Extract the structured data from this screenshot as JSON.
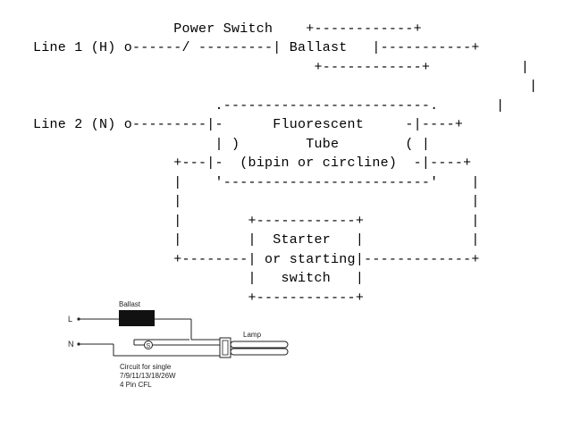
{
  "ascii_diagram": {
    "lines": [
      "                     Power Switch    +------------+",
      "    Line 1 (H) o------/ ---------| Ballast   |-----------+",
      "                                      +------------+           |",
      "                                                                |",
      "                          .-------------------------.       |",
      "    Line 2 (N) o---------|-      Fluorescent     -|----+",
      "                          | )        Tube        ( |",
      "                     +---|-  (bipin or circline)  -|----+",
      "                     |    '-------------------------'    |",
      "                     |                                   |",
      "                     |        +------------+             |",
      "                     |        |  Starter   |             |",
      "                     +--------| or starting|-------------+",
      "                              |   switch   |",
      "                              +------------+"
    ],
    "labels": {
      "power_switch": "Power Switch",
      "line1": "Line 1 (H)",
      "line2": "Line 2 (N)",
      "ballast": "Ballast",
      "tube_1": "Fluorescent",
      "tube_2": "Tube",
      "tube_3": "(bipin or circline)",
      "starter_1": "Starter",
      "starter_2": "or starting",
      "starter_3": "switch"
    }
  },
  "cfl_schematic": {
    "ballast_label": "Ballast",
    "lamp_label": "Lamp",
    "line_l": "L",
    "line_n": "N",
    "starter_symbol": "S",
    "caption_1": "Circuit for single",
    "caption_2": "7/9/11/13/18/26W",
    "caption_3": "4 Pin CFL"
  }
}
